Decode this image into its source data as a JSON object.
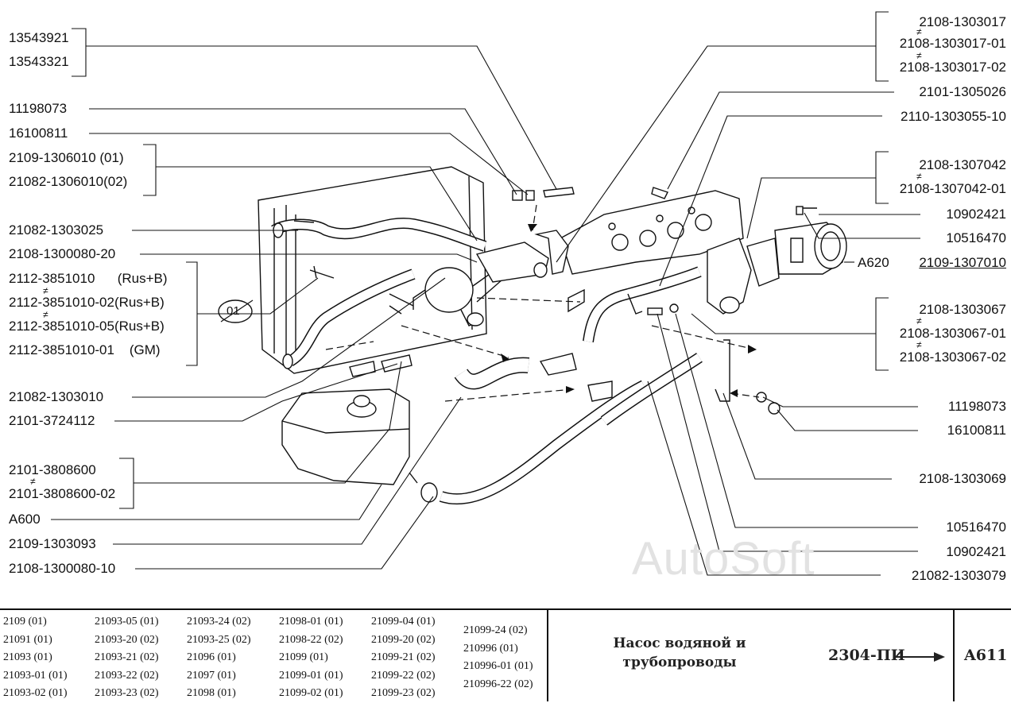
{
  "labels_left": [
    {
      "key": "l1",
      "text": "13543921"
    },
    {
      "key": "l2",
      "text": "13543321"
    },
    {
      "key": "l3",
      "text": "11198073"
    },
    {
      "key": "l4",
      "text": "16100811"
    },
    {
      "key": "l5",
      "text": "2109-1306010  (01)"
    },
    {
      "key": "l6",
      "text": "21082-1306010(02)"
    },
    {
      "key": "l7",
      "text": "21082-1303025"
    },
    {
      "key": "l8",
      "text": "2108-1300080-20"
    },
    {
      "key": "l9",
      "text": "2112-3851010      (Rus+B)"
    },
    {
      "key": "l10",
      "text": "2112-3851010-02(Rus+B)"
    },
    {
      "key": "l11",
      "text": "2112-3851010-05(Rus+B)"
    },
    {
      "key": "l12",
      "text": "2112-3851010-01    (GM)"
    },
    {
      "key": "l13",
      "text": "21082-1303010"
    },
    {
      "key": "l14",
      "text": "2101-3724112"
    },
    {
      "key": "l15",
      "text": "2101-3808600"
    },
    {
      "key": "l16",
      "text": "2101-3808600-02"
    },
    {
      "key": "l17",
      "text": "A600"
    },
    {
      "key": "l18",
      "text": "2109-1303093"
    },
    {
      "key": "l19",
      "text": "2108-1300080-10"
    }
  ],
  "labels_right": [
    {
      "key": "r1",
      "text": "2108-1303017"
    },
    {
      "key": "r2",
      "text": "2108-1303017-01"
    },
    {
      "key": "r3",
      "text": "2108-1303017-02"
    },
    {
      "key": "r4",
      "text": "2101-1305026"
    },
    {
      "key": "r5",
      "text": "2110-1303055-10"
    },
    {
      "key": "r6",
      "text": "2108-1307042"
    },
    {
      "key": "r7",
      "text": "2108-1307042-01"
    },
    {
      "key": "r8",
      "text": "10902421"
    },
    {
      "key": "r9",
      "text": "10516470"
    },
    {
      "key": "r10",
      "text": "A620"
    },
    {
      "key": "r11",
      "text": "2109-1307010"
    },
    {
      "key": "r12",
      "text": "2108-1303067"
    },
    {
      "key": "r13",
      "text": "2108-1303067-01"
    },
    {
      "key": "r14",
      "text": "2108-1303067-02"
    },
    {
      "key": "r15",
      "text": "11198073"
    },
    {
      "key": "r16",
      "text": "16100811"
    },
    {
      "key": "r17",
      "text": "2108-1303069"
    },
    {
      "key": "r18",
      "text": "10516470"
    },
    {
      "key": "r19",
      "text": "10902421"
    },
    {
      "key": "r20",
      "text": "21082-1303079"
    }
  ],
  "callout_01": "01",
  "not_equal_symbol": "≠",
  "watermark": "AutoSoft",
  "models": [
    [
      "2109 (01)",
      "21091 (01)",
      "21093 (01)",
      "21093-01 (01)",
      "21093-02 (01)"
    ],
    [
      "21093-05 (01)",
      "21093-20 (02)",
      "21093-21 (02)",
      "21093-22 (02)",
      "21093-23 (02)"
    ],
    [
      "21093-24 (02)",
      "21093-25 (02)",
      "21096 (01)",
      "21097 (01)",
      "21098 (01)"
    ],
    [
      "21098-01 (01)",
      "21098-22 (02)",
      "21099 (01)",
      "21099-01 (01)",
      "21099-02 (01)"
    ],
    [
      "21099-04 (01)",
      "21099-20 (02)",
      "21099-21 (02)",
      "21099-22 (02)",
      "21099-23 (02)"
    ],
    [
      "21099-24 (02)",
      "210996 (01)",
      "210996-01 (01)",
      "210996-22 (02)"
    ]
  ],
  "title_line1": "Насос водяной и",
  "title_line2": "трубопроводы",
  "group_code": "2304-ПИ",
  "sheet_code": "A611"
}
